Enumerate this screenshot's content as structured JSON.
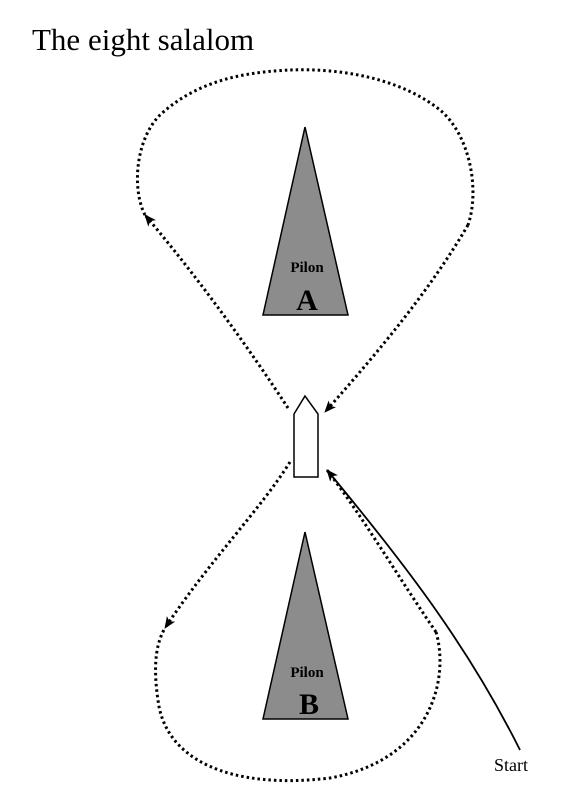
{
  "title": "The eight salalom",
  "pylon_a": {
    "caption": "Pilon",
    "letter": "A"
  },
  "pylon_b": {
    "caption": "Pilon",
    "letter": "B"
  },
  "start_label": "Start",
  "colors": {
    "pylon_fill": "#8c8c8c",
    "path": "#000000",
    "boat_fill": "#ffffff"
  }
}
